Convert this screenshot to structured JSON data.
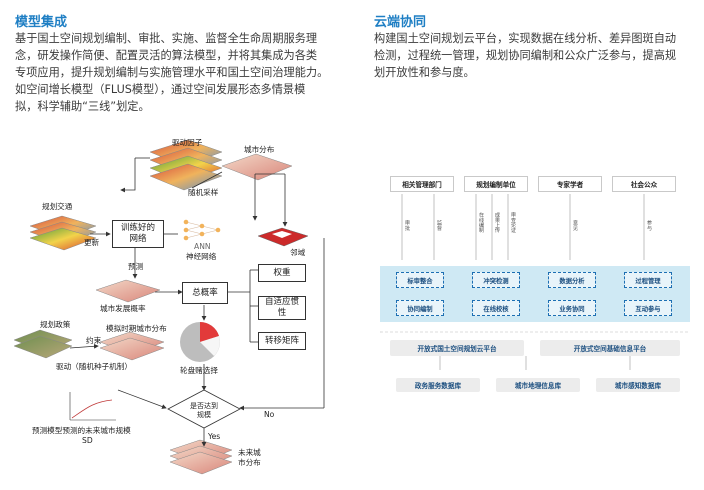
{
  "left": {
    "title": "模型集成",
    "lines": [
      "基于国土空间规划编制、审批、实施、监督全生命周期服务理",
      "念，研发操作简便、配置灵活的算法模型，并将其集成为各类",
      "专项应用，提升规划编制与实施管理水平和国土空间治理能力。",
      "如空间增长模型（FLUS模型），通过空间发展形态多情景模",
      "拟，科学辅助“三线”划定。"
    ]
  },
  "right": {
    "title": "云端协同",
    "lines": [
      "构建国土空间规划云平台，实现数据在线分析、差异图斑自动",
      "检测，过程统一管理，规划协同编制和公众广泛参与，提高规",
      "划开放性和参与度。"
    ]
  },
  "flus": {
    "drive_factor": "驱动因子",
    "city_distribution": "城市分布",
    "random_sampling": "随机采样",
    "planned_traffic": "规划交通",
    "update": "更新",
    "trained_network": "训练好的网络",
    "ann": "ANN",
    "neural_network": "神经网络",
    "predict": "预测",
    "neighborhood": "邻域",
    "weight": "权重",
    "development_prob": "城市发展概率",
    "total_prob": "总概率",
    "adaptive_inertia": "自适应惯性",
    "transfer_matrix": "转移矩阵",
    "policy": "规划政策",
    "constraint": "约束",
    "sim_city": "模拟时期城市分布",
    "drive_random": "驱动（随机种子机制）",
    "roulette": "轮盘赌选择",
    "reached": "是否达到规模",
    "no": "No",
    "yes": "Yes",
    "predicted_scale": "预测模型预测的未来城市规模",
    "sd": "SD",
    "future_city": "未来城市分布"
  },
  "cloud": {
    "actors": [
      "相关管理部门",
      "规划编制单位",
      "专家学者",
      "社会公众"
    ],
    "arrow_labels": [
      "审批",
      "监督",
      "在线编制",
      "成果上传",
      "审查论证",
      "意见",
      "参与"
    ],
    "modules": [
      "标审整合",
      "冲突检测",
      "数据分析",
      "过程管理",
      "协同编制",
      "在线校核",
      "业务协同",
      "互动参与"
    ],
    "platforms": [
      "开放式国土空间规划云平台",
      "开放式空间基础信息平台"
    ],
    "databases": [
      "政务服务数据库",
      "城市地理信息库",
      "城市感知数据库"
    ]
  },
  "colors": {
    "accent": "#1f7fc4",
    "band": "#cfe9f4",
    "bar": "#ececec"
  }
}
